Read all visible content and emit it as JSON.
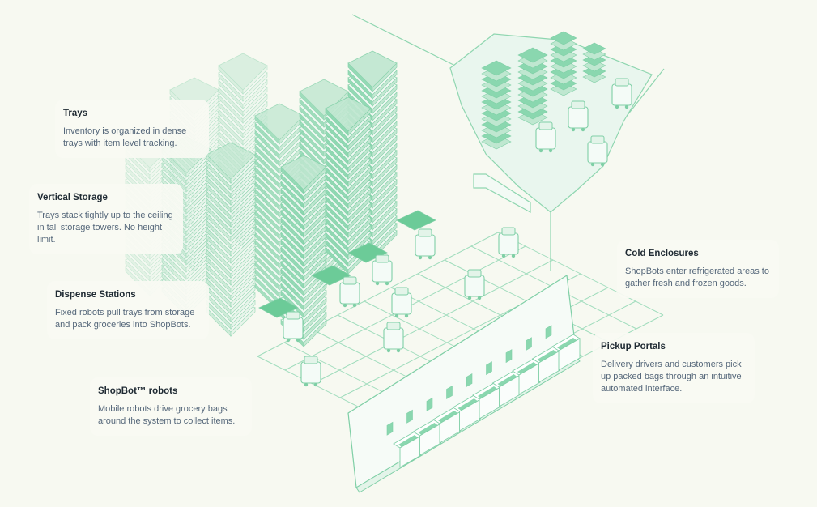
{
  "colors": {
    "background": "#f7f9f1",
    "line": "#7fcfa6",
    "fill_light": "#e3f4e9",
    "fill_mid": "#bfe7d0",
    "fill_dark": "#8ad7af",
    "title_text": "#1f2a33",
    "body_text": "#55677a"
  },
  "callouts": {
    "trays": {
      "title": "Trays",
      "body": "Inventory is organized in dense trays with item level tracking."
    },
    "vertical_storage": {
      "title": "Vertical Storage",
      "body": "Trays stack tightly up to the ceiling in tall storage towers. No height limit."
    },
    "dispense_stations": {
      "title": "Dispense Stations",
      "body": "Fixed robots pull trays from storage and pack groceries into ShopBots."
    },
    "shopbot_robots": {
      "title": "ShopBot™ robots",
      "body": "Mobile robots drive grocery bags around the system to collect items."
    },
    "cold_enclosures": {
      "title": "Cold Enclosures",
      "body": "ShopBots enter refrigerated areas to gather fresh and frozen goods."
    },
    "pickup_portals": {
      "title": "Pickup Portals",
      "body": "Delivery drivers and customers pick up packed bags through an intuitive automated interface."
    }
  }
}
